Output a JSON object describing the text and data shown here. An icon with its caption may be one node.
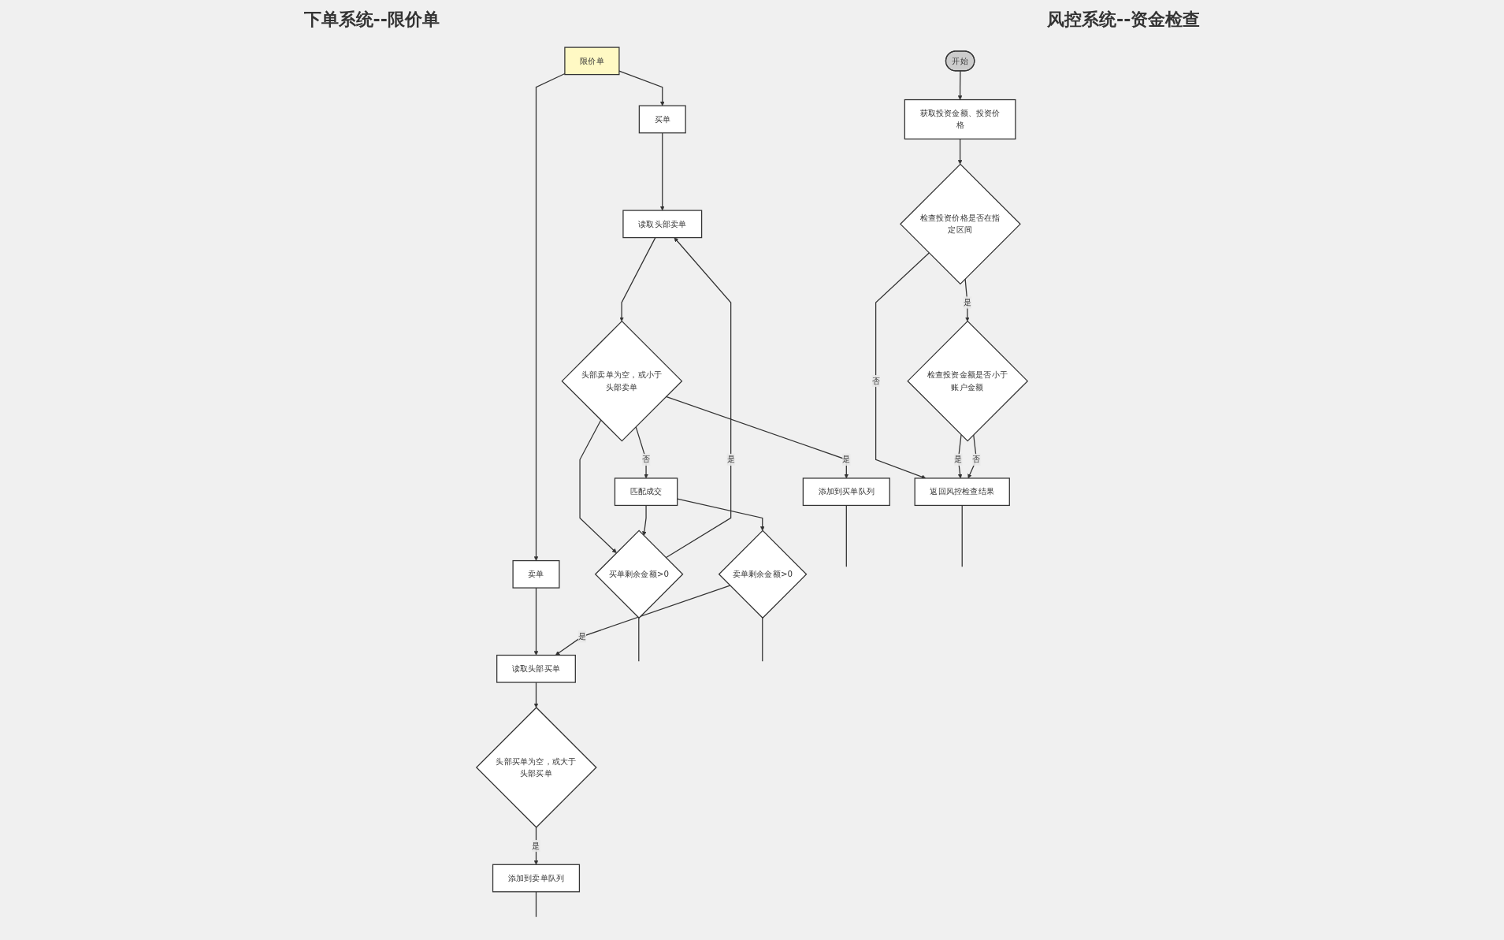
{
  "diagram": {
    "nodes": [
      {
        "text": [
          "限价单"
        ]
      },
      {
        "text": [
          "买单"
        ]
      },
      {
        "text": [
          "卖单"
        ]
      },
      {
        "text": [
          "读取头部卖单"
        ]
      },
      {
        "text": [
          "读取头部买单"
        ]
      },
      {
        "text": [
          "添加到买单队列"
        ]
      },
      {
        "text": [
          "头部卖单为空，或小于头部卖单"
        ]
      },
      {
        "text": [
          "头部买单为空，或大于头部买单"
        ]
      },
      {
        "text": [
          "添加到卖单队列"
        ]
      },
      {
        "text": [
          "买单剩余金额>0"
        ]
      },
      {
        "text": [
          "匹配成交"
        ]
      },
      {
        "text": [
          "卖单剩余金额>0"
        ]
      },
      {
        "text": [
          "开始"
        ]
      },
      {
        "text": [
          "获取投资金额、投资价格"
        ]
      },
      {
        "text": [
          "检查投资价格是否在指定区间"
        ]
      },
      {
        "text": [
          "检查投资金额是否小于账户金额"
        ]
      },
      {
        "text": [
          "返回风控检查结果"
        ]
      }
    ],
    "edges": [
      {
        "from": 0,
        "to": 1,
        "arrow": "to"
      },
      {
        "from": 0,
        "to": 2,
        "arrow": "to"
      },
      {
        "from": 1,
        "to": 3,
        "arrow": "to"
      },
      {
        "from": 2,
        "to": 4,
        "arrow": "to"
      },
      {
        "from": 3,
        "to": 6,
        "arrow": "to"
      },
      {
        "from": 4,
        "to": 7,
        "arrow": "to"
      },
      {
        "from": 6,
        "to": 5,
        "label": "是",
        "arrow": "to"
      },
      {
        "from": 6,
        "to": 10,
        "label": "否",
        "arrow": "to"
      },
      {
        "from": 6,
        "to": 9,
        "arrow": "to"
      },
      {
        "from": 7,
        "to": 8,
        "label": "是",
        "arrow": "to"
      },
      {
        "from": 10,
        "to": 9,
        "arrow": "to"
      },
      {
        "from": 10,
        "to": 11,
        "arrow": "to"
      },
      {
        "from": 9,
        "to": 3,
        "label": "是",
        "arrow": "to"
      },
      {
        "from": 11,
        "to": 4,
        "label": "是",
        "arrow": "to"
      },
      {
        "from": 5,
        "to": null,
        "arrow": "none"
      },
      {
        "from": 9,
        "to": null,
        "arrow": "none"
      },
      {
        "from": 11,
        "to": null,
        "arrow": "none"
      },
      {
        "from": 8,
        "to": null,
        "arrow": "none"
      },
      {
        "from": 12,
        "to": 13,
        "arrow": "to"
      },
      {
        "from": 13,
        "to": 14,
        "arrow": "to"
      },
      {
        "from": 14,
        "to": 15,
        "label": "是",
        "arrow": "to"
      },
      {
        "from": 14,
        "to": 16,
        "label": "否",
        "arrow": "to"
      },
      {
        "from": 15,
        "to": 16,
        "label": "是",
        "arrow": "to"
      },
      {
        "from": 15,
        "to": 16,
        "label": "否",
        "arrow": "to"
      },
      {
        "from": 16,
        "to": null,
        "arrow": "none"
      }
    ],
    "labels": [
      "下单系统--限价单",
      "风控系统--资金检查"
    ]
  }
}
